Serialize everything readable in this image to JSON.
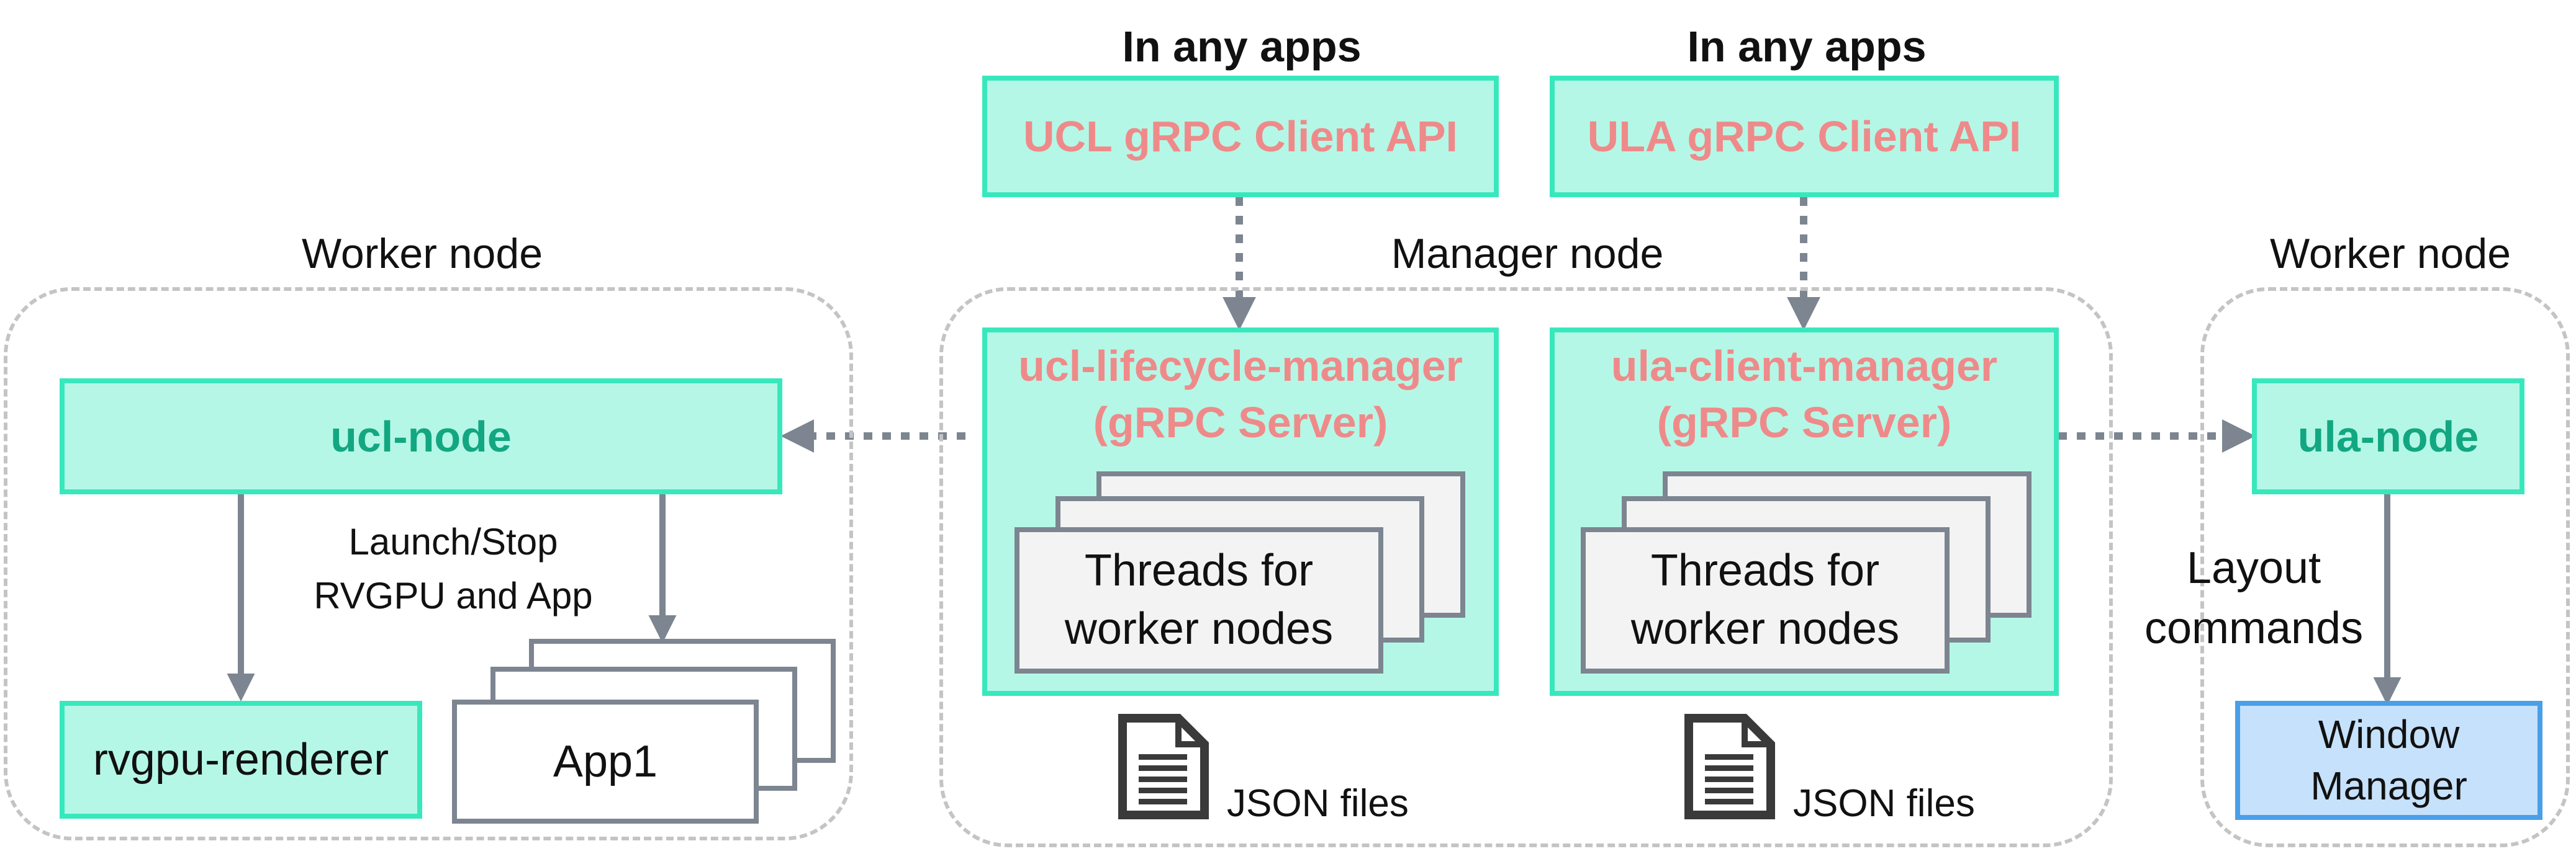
{
  "headers": {
    "ucl_apps": "In any apps",
    "ula_apps": "In any apps"
  },
  "groups": {
    "worker_left": "Worker node",
    "manager": "Manager node",
    "worker_right": "Worker node"
  },
  "apis": {
    "ucl": "UCL gRPC Client API",
    "ula": "ULA gRPC Client API"
  },
  "managers": {
    "ucl_line1": "ucl-lifecycle-manager",
    "ucl_line2": "(gRPC Server)",
    "ula_line1": "ula-client-manager",
    "ula_line2": "(gRPC Server)"
  },
  "threads": {
    "ucl_line1": "Threads for",
    "ucl_line2": "worker nodes",
    "ula_line1": "Threads for",
    "ula_line2": "worker nodes"
  },
  "json_files": {
    "ucl": "JSON files",
    "ula": "JSON files"
  },
  "nodes": {
    "ucl_node": "ucl-node",
    "ula_node": "ula-node",
    "renderer": "rvgpu-renderer",
    "app": "App1",
    "window_manager_line1": "Window",
    "window_manager_line2": "Manager"
  },
  "annotations": {
    "launch_line1": "Launch/Stop",
    "launch_line2": "RVGPU and App",
    "layout_line1": "Layout",
    "layout_line2": "commands"
  },
  "colors": {
    "teal_fill": "#b5f7e6",
    "teal_border": "#38e8bd",
    "pink_text": "#ef8a8a",
    "green_text": "#12a781",
    "connector_gray": "#7c8590",
    "blue_fill": "#c6e1fb",
    "blue_border": "#4a9fe9"
  }
}
